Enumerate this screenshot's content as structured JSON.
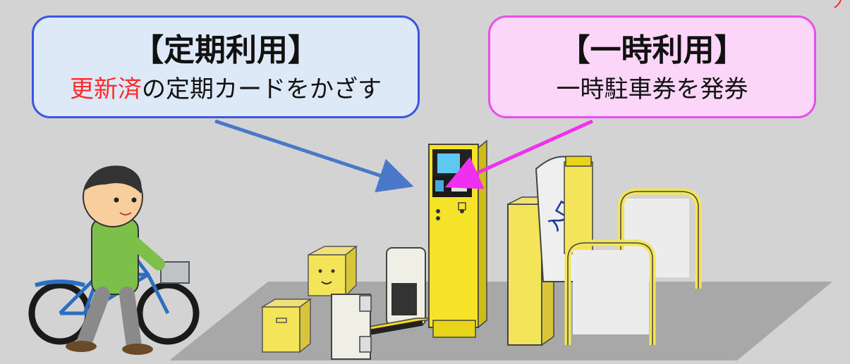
{
  "callouts": {
    "commuter": {
      "title": "【定期利用】",
      "subtitle_emphasis": "更新済",
      "subtitle_rest": "の定期カードをかざす",
      "border_color": "#3a55e0",
      "fill_color": "#dde9f6",
      "emphasis_color": "#ff2a2a"
    },
    "temporary": {
      "title": "【一時利用】",
      "subtitle": "一時駐車券を発券",
      "border_color": "#e64fe8",
      "fill_color": "#fcd6f8"
    }
  },
  "arrows": {
    "commuter_color": "#4a78c8",
    "temporary_color": "#f030f0"
  },
  "scene": {
    "machine_color": "#f5e32a",
    "gate_sign_text": "入口"
  }
}
